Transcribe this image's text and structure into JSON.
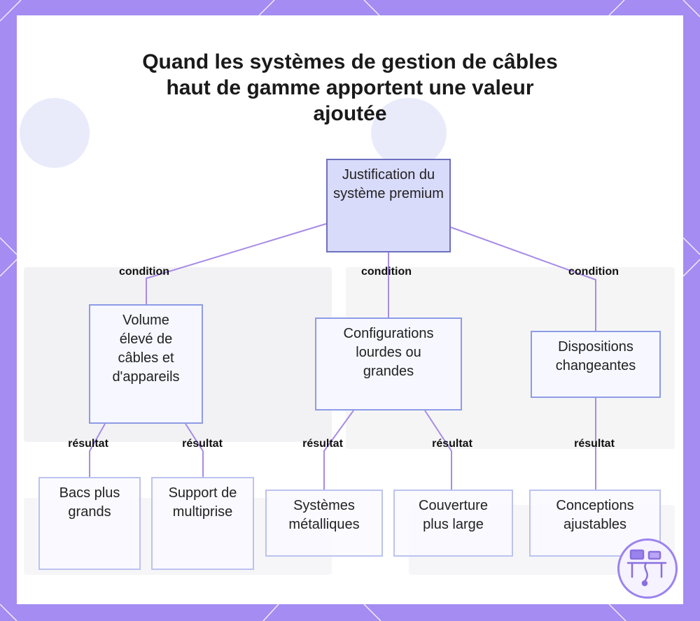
{
  "colors": {
    "frame": "#a48cf2",
    "edge": "#a78be6",
    "root_fill": "#d9dbfb",
    "node_border": "#8e9be6"
  },
  "title": "Quand les systèmes de gestion de câbles haut de gamme apportent une valeur ajoutée",
  "root": "Justification du système premium",
  "branches": [
    {
      "edge_label": "condition",
      "label": "Volume élevé de câbles et d'appareils",
      "results": [
        {
          "edge_label": "résultat",
          "label": "Bacs plus grands"
        },
        {
          "edge_label": "résultat",
          "label": "Support de multiprise"
        }
      ]
    },
    {
      "edge_label": "condition",
      "label": "Configurations lourdes ou grandes",
      "results": [
        {
          "edge_label": "résultat",
          "label": "Systèmes métalliques"
        },
        {
          "edge_label": "résultat",
          "label": "Couverture plus large"
        }
      ]
    },
    {
      "edge_label": "condition",
      "label": "Dispositions changeantes",
      "results": [
        {
          "edge_label": "résultat",
          "label": "Conceptions ajustables"
        }
      ]
    }
  ],
  "logo_icon": "desk-setup-icon"
}
